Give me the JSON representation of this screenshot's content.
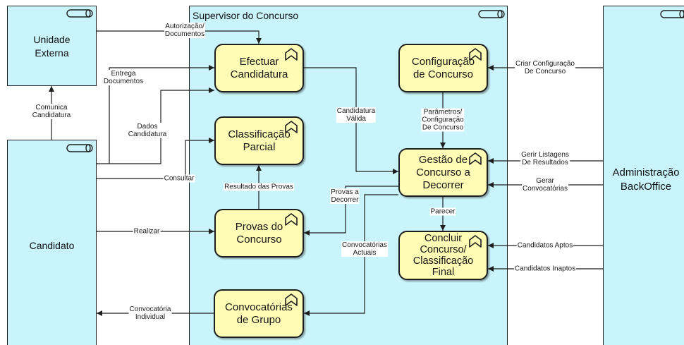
{
  "colors": {
    "actor_fill": "#c9f4fb",
    "function_fill": "#fffcb6",
    "stroke": "#1e1e1e",
    "flow_label_background": "#ffffff"
  },
  "container": {
    "title": "Supervisor do Concurso",
    "icon": "business-role-icon"
  },
  "actors": [
    {
      "label_lines": [
        "Unidade",
        "Externa"
      ],
      "icon": "business-role-icon"
    },
    {
      "label_lines": [
        "Candidato"
      ],
      "icon": "business-role-icon"
    },
    {
      "label_lines": [
        "Administração",
        "BackOffice"
      ],
      "icon": "business-role-icon"
    }
  ],
  "functions": [
    {
      "label_lines": [
        "Efectuar",
        "Candidatura"
      ],
      "icon": "business-function-icon"
    },
    {
      "label_lines": [
        "Classificação",
        "Parcial"
      ],
      "icon": "business-function-icon"
    },
    {
      "label_lines": [
        "Provas do",
        "Concurso"
      ],
      "icon": "business-function-icon"
    },
    {
      "label_lines": [
        "Convocatórias",
        "de Grupo"
      ],
      "icon": "business-function-icon"
    },
    {
      "label_lines": [
        "Configuração",
        "de Concurso"
      ],
      "icon": "business-function-icon"
    },
    {
      "label_lines": [
        "Gestão de",
        "Concurso a",
        "Decorrer"
      ],
      "icon": "business-function-icon"
    },
    {
      "label_lines": [
        "Concluir",
        "Concurso/",
        "Classificação",
        "Final"
      ],
      "icon": "business-function-icon"
    }
  ],
  "flows": [
    {
      "label_lines": [
        "Autorização/",
        "Documentos"
      ]
    },
    {
      "label_lines": [
        "Entrega",
        "Documentos"
      ]
    },
    {
      "label_lines": [
        "Dados",
        "Candidatura"
      ]
    },
    {
      "label_lines": [
        "Comunica",
        "Candidatura"
      ]
    },
    {
      "label_lines": [
        "Consultar"
      ]
    },
    {
      "label_lines": [
        "Realizar"
      ]
    },
    {
      "label_lines": [
        "Convocatória",
        "Individual"
      ]
    },
    {
      "label_lines": [
        "Resultado das Provas"
      ]
    },
    {
      "label_lines": [
        "Candidatura",
        "Válida"
      ]
    },
    {
      "label_lines": [
        "Provas a",
        "Decorrer"
      ]
    },
    {
      "label_lines": [
        "Convocatórias",
        "Actuais"
      ]
    },
    {
      "label_lines": [
        "Parâmetros/",
        "Configuração",
        "De Concurso"
      ]
    },
    {
      "label_lines": [
        "Parecer"
      ]
    },
    {
      "label_lines": [
        "Criar Configuração",
        "De Concurso"
      ]
    },
    {
      "label_lines": [
        "Gerir Listagens",
        "De Resultados"
      ]
    },
    {
      "label_lines": [
        "Gerar",
        "Convocatórias"
      ]
    },
    {
      "label_lines": [
        "Candidatos Aptos"
      ]
    },
    {
      "label_lines": [
        "Candidatos Inaptos"
      ]
    }
  ]
}
